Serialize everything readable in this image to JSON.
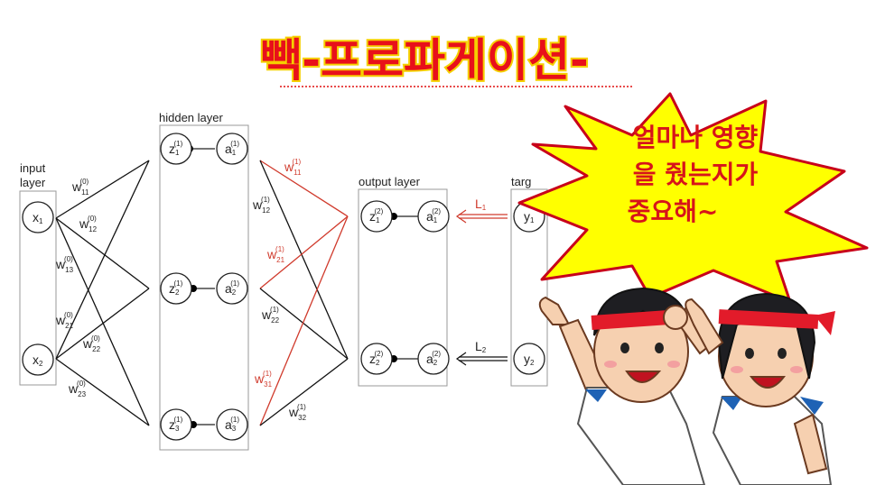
{
  "title": "빽-프로파게이션-",
  "layers": {
    "input": [
      "input",
      "layer"
    ],
    "hidden": "hidden layer",
    "output": "output layer",
    "target": "targ"
  },
  "nodes": {
    "input": [
      {
        "base": "x",
        "sub": "1"
      },
      {
        "base": "x",
        "sub": "2"
      }
    ],
    "hidden": [
      {
        "z": "z",
        "zsub": "1",
        "zsup": "(1)",
        "a": "a",
        "asub": "1",
        "asup": "(1)"
      },
      {
        "z": "z",
        "zsub": "2",
        "zsup": "(1)",
        "a": "a",
        "asub": "2",
        "asup": "(1)"
      },
      {
        "z": "z",
        "zsub": "3",
        "zsup": "(1)",
        "a": "a",
        "asub": "3",
        "asup": "(1)"
      }
    ],
    "output": [
      {
        "z": "z",
        "zsub": "1",
        "zsup": "(2)",
        "a": "a",
        "asub": "1",
        "asup": "(2)"
      },
      {
        "z": "z",
        "zsub": "2",
        "zsup": "(2)",
        "a": "a",
        "asub": "2",
        "asup": "(2)"
      }
    ],
    "target": [
      {
        "base": "y",
        "sub": "1"
      },
      {
        "base": "y",
        "sub": "2"
      }
    ]
  },
  "weights_layer0": [
    {
      "w": "w",
      "sub": "11",
      "sup": "(0)"
    },
    {
      "w": "w",
      "sub": "12",
      "sup": "(0)"
    },
    {
      "w": "w",
      "sub": "13",
      "sup": "(0)"
    },
    {
      "w": "w",
      "sub": "21",
      "sup": "(0)"
    },
    {
      "w": "w",
      "sub": "22",
      "sup": "(0)"
    },
    {
      "w": "w",
      "sub": "23",
      "sup": "(0)"
    }
  ],
  "weights_layer1": [
    {
      "w": "w",
      "sub": "11",
      "sup": "(1)"
    },
    {
      "w": "w",
      "sub": "12",
      "sup": "(1)"
    },
    {
      "w": "w",
      "sub": "21",
      "sup": "(1)"
    },
    {
      "w": "w",
      "sub": "22",
      "sup": "(1)"
    },
    {
      "w": "w",
      "sub": "31",
      "sup": "(1)"
    },
    {
      "w": "w",
      "sub": "32",
      "sup": "(1)"
    }
  ],
  "losses": [
    {
      "L": "L",
      "sub": "1"
    },
    {
      "L": "L",
      "sub": "2"
    }
  ],
  "burst_lines": [
    "얼마나 영향",
    "을 줬는지가",
    "중요해~"
  ],
  "colors": {
    "accent_red": "#d03a2c",
    "title_red": "#e8101a",
    "title_outline": "#f5d000",
    "burst_fill": "#ffff00",
    "burst_stroke": "#c8001a"
  }
}
